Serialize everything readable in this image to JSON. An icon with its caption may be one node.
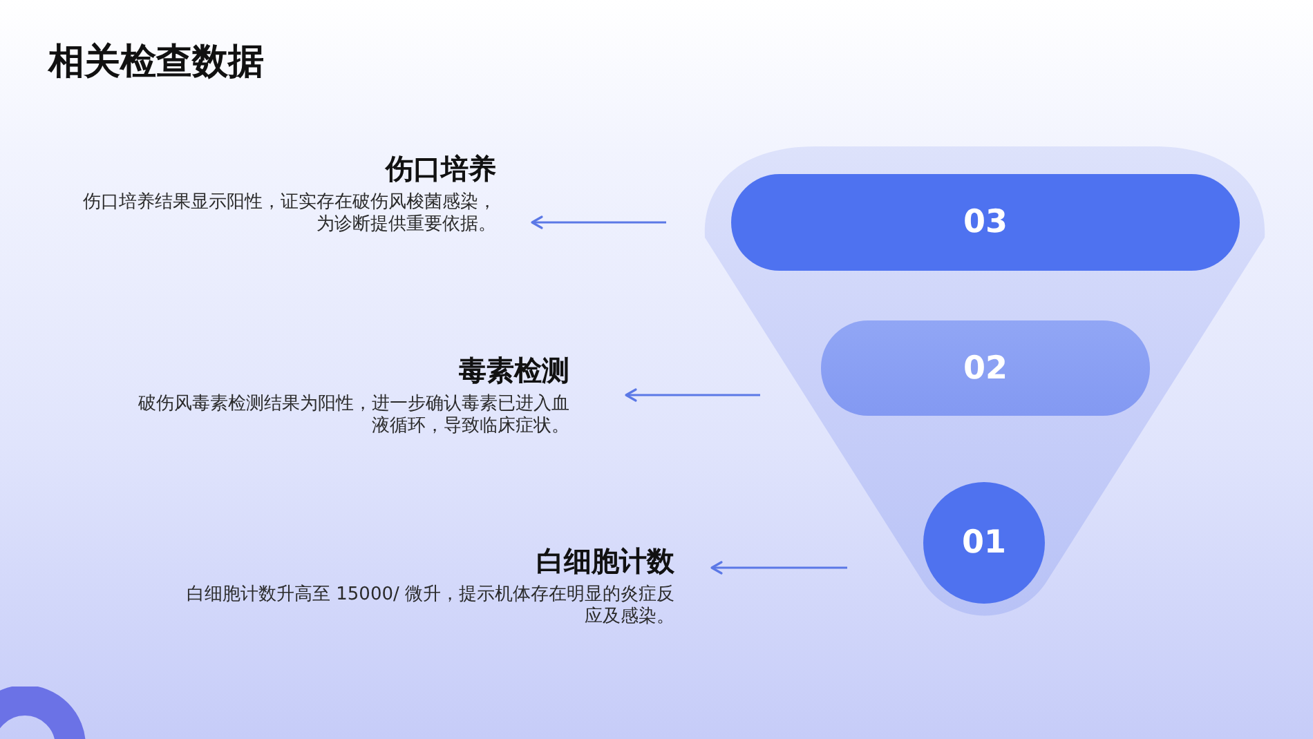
{
  "diagram": {
    "title": "相关检查数据",
    "nodes": [
      {
        "text": [],
        "shape": "funnel"
      },
      {
        "text": [
          "03"
        ],
        "in": 0
      },
      {
        "text": [
          "02"
        ],
        "in": 0
      },
      {
        "text": [
          "01"
        ],
        "in": 0
      },
      {
        "text": [
          "伤口培养",
          "伤口培养结果显示阳性，证实存在破伤风梭菌感染，为诊断提供重要依据。"
        ]
      },
      {
        "text": [
          "毒素检测",
          "破伤风毒素检测结果为阳性，进一步确认毒素已进入血液循环，导致临床症状。"
        ]
      },
      {
        "text": [
          "白细胞计数",
          "白细胞计数升高至 15000/ 微升，提示机体存在明显的炎症反应及感染。"
        ]
      }
    ],
    "edges": [
      {
        "from": 1,
        "to": 4,
        "arrow": "to"
      },
      {
        "from": 2,
        "to": 5,
        "arrow": "to"
      },
      {
        "from": 3,
        "to": 6,
        "arrow": "to"
      }
    ]
  }
}
